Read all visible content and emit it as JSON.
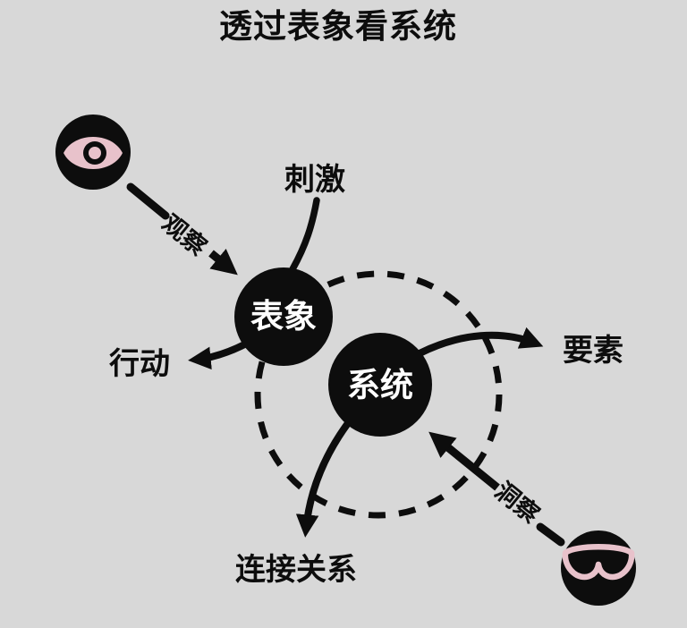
{
  "title": "透过表象看系统",
  "colors": {
    "background": "#d8d8d8",
    "ink": "#0d0d0d",
    "pink": "#e8c2cb",
    "node_text": "#ffffff"
  },
  "nodes": {
    "appearance": {
      "label": "表象"
    },
    "system": {
      "label": "系统"
    }
  },
  "labels": {
    "stimulus": "刺激",
    "action": "行动",
    "elements": "要素",
    "connections": "连接关系",
    "observe": "观察",
    "insight": "洞察"
  },
  "icons": {
    "eye": "eye-icon",
    "sunglasses": "sunglasses-icon"
  }
}
